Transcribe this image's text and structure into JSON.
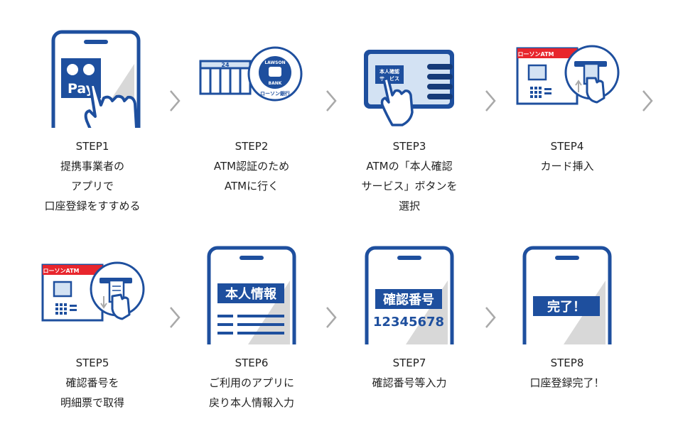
{
  "colors": {
    "primary": "#1e4f9e",
    "dark": "#163b78",
    "light": "#d3e2f3",
    "red": "#e8262d",
    "gray": "#d8d8d8",
    "chevron": "#a9a9a9"
  },
  "chevron_icon": "chevron-right-icon",
  "steps": [
    {
      "title": "STEP1",
      "lines": [
        "提携事業者の",
        "アプリで",
        "口座登録をすすめる"
      ],
      "icon": "phone-pay-tap-icon",
      "screen_text": [
        "Pay"
      ]
    },
    {
      "title": "STEP2",
      "lines": [
        "ATM認証のため",
        "ATMに行く"
      ],
      "icon": "store-bank-logo-icon",
      "screen_text": [
        "24",
        "LAWSON",
        "BANK",
        "ローソン銀行"
      ]
    },
    {
      "title": "STEP3",
      "lines": [
        "ATMの「本人確認",
        "サービス」ボタンを",
        "選択"
      ],
      "icon": "atm-screen-button-icon",
      "screen_text": [
        "本人確認",
        "サービス"
      ]
    },
    {
      "title": "STEP4",
      "lines": [
        "カード挿入"
      ],
      "icon": "atm-card-insert-icon",
      "screen_text": [
        "ローソンATM"
      ]
    },
    {
      "title": "STEP5",
      "lines": [
        "確認番号を",
        "明細票で取得"
      ],
      "icon": "atm-receipt-icon",
      "screen_text": [
        "ローソンATM"
      ]
    },
    {
      "title": "STEP6",
      "lines": [
        "ご利用のアプリに",
        "戻り本人情報入力"
      ],
      "icon": "phone-form-icon",
      "screen_text": [
        "本人情報"
      ]
    },
    {
      "title": "STEP7",
      "lines": [
        "確認番号等入力"
      ],
      "icon": "phone-code-icon",
      "screen_text": [
        "確認番号",
        "12345678"
      ]
    },
    {
      "title": "STEP8",
      "lines": [
        "口座登録完了！"
      ],
      "icon": "phone-complete-icon",
      "screen_text": [
        "完了！"
      ]
    }
  ]
}
